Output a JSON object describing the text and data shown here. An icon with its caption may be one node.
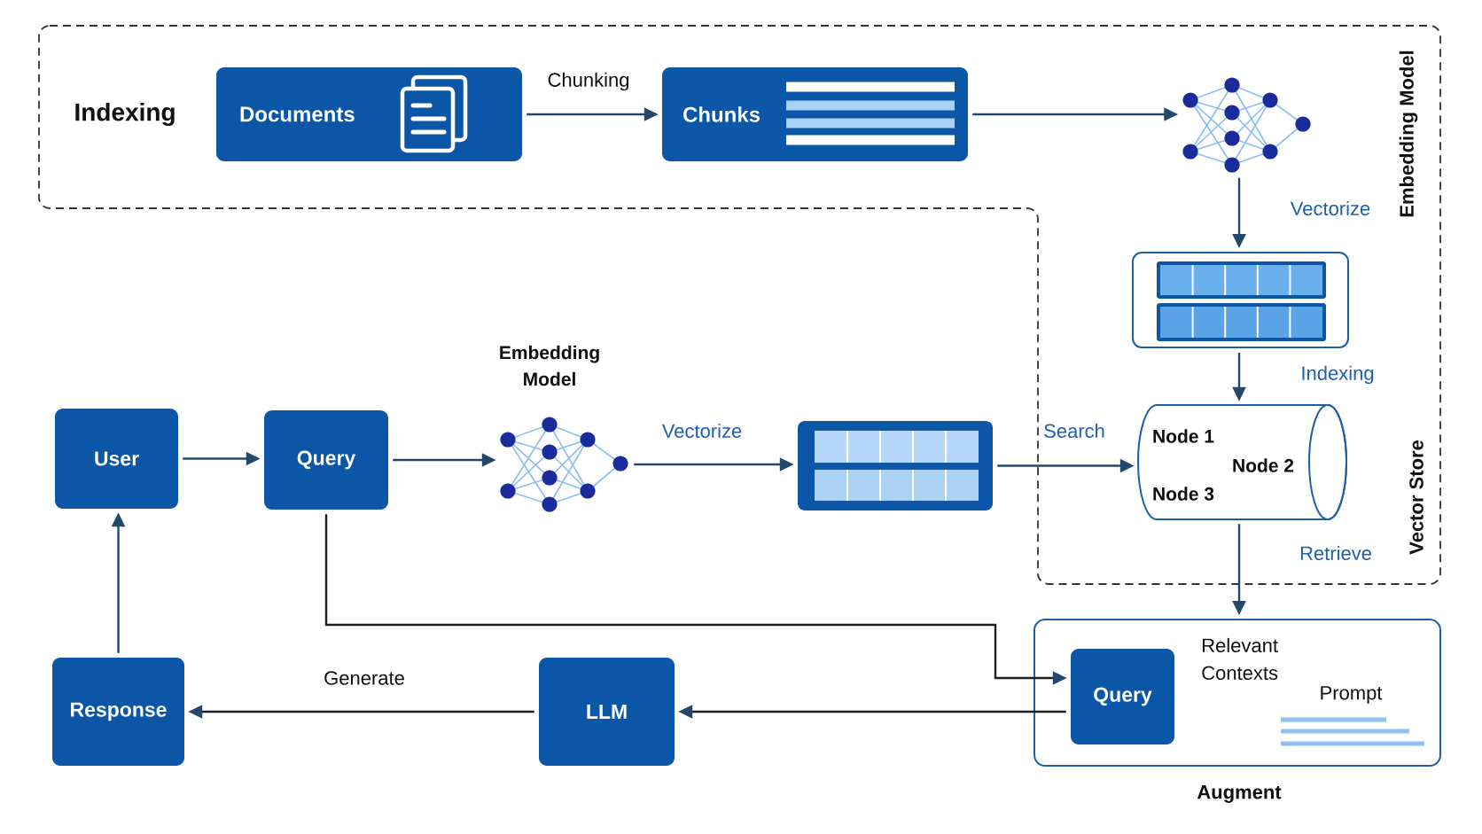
{
  "diagram": {
    "nodes": [
      {
        "text": [
          "Indexing"
        ]
      },
      {
        "text": [
          "Documents"
        ],
        "in": 0
      },
      {
        "text": [
          "Chunks"
        ],
        "in": 0
      },
      {
        "text": [],
        "shape": "picture",
        "in": 0
      },
      {
        "text": [],
        "shape": "box",
        "in": 0
      },
      {
        "text": [
          "Node 1",
          "Node 2",
          "Node 3"
        ],
        "in": 0
      },
      {
        "text": [
          "User"
        ]
      },
      {
        "text": [
          "Query"
        ]
      },
      {
        "text": [],
        "shape": "picture",
        "beside": [
          "Embedding Model"
        ]
      },
      {
        "text": [],
        "shape": "box"
      },
      {
        "text": [
          "Relevant Contexts",
          "Prompt",
          "Augment"
        ]
      },
      {
        "text": [
          "Query"
        ],
        "in": 10
      },
      {
        "text": [
          "LLM"
        ]
      },
      {
        "text": [
          "Response"
        ]
      }
    ],
    "edges": [
      {
        "from": 1,
        "to": 2,
        "arrow": "to",
        "label": "Chunking"
      },
      {
        "from": 2,
        "to": 3,
        "arrow": "to"
      },
      {
        "from": 3,
        "to": 4,
        "arrow": "to",
        "label": "Vectorize"
      },
      {
        "from": 4,
        "to": 5,
        "arrow": "to",
        "label": "Indexing"
      },
      {
        "from": 6,
        "to": 7,
        "arrow": "to"
      },
      {
        "from": 7,
        "to": 8,
        "arrow": "to"
      },
      {
        "from": 8,
        "to": 9,
        "arrow": "to",
        "label": "Vectorize"
      },
      {
        "from": 9,
        "to": 5,
        "arrow": "to",
        "label": "Search"
      },
      {
        "from": 5,
        "to": 10,
        "arrow": "to",
        "label": "Retrieve"
      },
      {
        "from": 7,
        "to": 11,
        "arrow": "to",
        "color": "#1b1f23"
      },
      {
        "from": 11,
        "to": 12,
        "arrow": "to",
        "color": "#1b1f23"
      },
      {
        "from": 12,
        "to": 13,
        "arrow": "to",
        "label": "Generate",
        "color": "#1b1f23"
      },
      {
        "from": 13,
        "to": 6,
        "arrow": "to"
      }
    ],
    "labels": [
      "Embedding Model",
      "Vector Store"
    ]
  }
}
